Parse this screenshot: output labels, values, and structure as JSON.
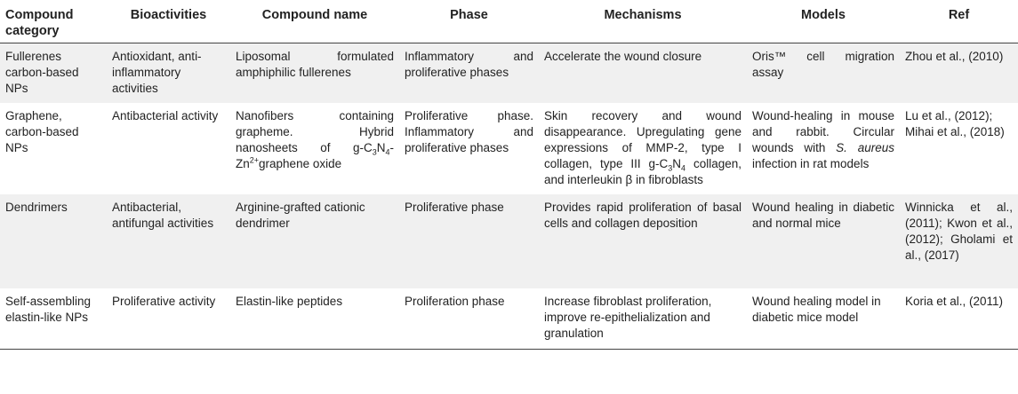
{
  "headers": [
    "Compound category",
    "Bioactivities",
    "Compound name",
    "Phase",
    "Mechanisms",
    "Models",
    "Ref"
  ],
  "rows": [
    {
      "category": "Fullerenes carbon-based NPs",
      "bioactivities": "Antioxidant, anti-inflammatory activities",
      "compound": "Liposomal formulated amphiphilic fullerenes",
      "phase": "Inflammatory and proliferative phases",
      "mechanisms": "Accelerate the wound closure",
      "models": "Oris™ cell migration assay",
      "ref": "Zhou et al., (2010)"
    },
    {
      "category": "Graphene, carbon-based NPs",
      "bioactivities": "Antibacterial activity",
      "compound_a": "Nanofibers containing grapheme. Hybrid nanosheets of g-C",
      "compound_sub1": "3",
      "compound_b": "N",
      "compound_sub2": "4",
      "compound_c": "-Zn",
      "compound_sup": "2+",
      "compound_d": "graphene oxide",
      "phase": "Proliferative phase. Inflammatory and proliferative phases",
      "mech_a": "Skin recovery and wound disappearance. Upregulating gene expressions of MMP-2, type I collagen, type III g-C",
      "mech_sub1": "3",
      "mech_b": "N",
      "mech_sub2": "4",
      "mech_c": " collagen, and interleukin β in fibroblasts",
      "models_a": "Wound-healing in mouse and rabbit. Circular wounds with ",
      "models_italic": "S. aureus",
      "models_b": " infection in rat models",
      "ref": "Lu et al., (2012); Mihai et al., (2018)"
    },
    {
      "category": "Dendrimers",
      "bioactivities": "Antibacterial, antifungal activities",
      "compound": "Arginine-grafted cationic dendrimer",
      "phase": "Proliferative phase",
      "mechanisms": "Provides rapid proliferation of basal cells and collagen deposition",
      "models": "Wound healing in diabetic and normal mice",
      "ref": "Winnicka et al., (2011); Kwon et al., (2012); Gholami et al., (2017)"
    },
    {
      "category": "Self-assembling elastin-like NPs",
      "bioactivities": "Proliferative activity",
      "compound": "Elastin-like peptides",
      "phase": "Proliferation phase",
      "mechanisms": "Increase fibroblast proliferation, improve re-epithelialization and granulation",
      "models": "Wound healing model in diabetic mice model",
      "ref": "Koria et al., (2011)"
    }
  ]
}
